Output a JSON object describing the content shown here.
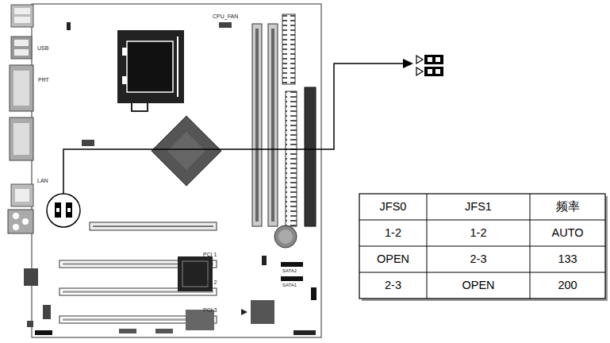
{
  "diagram": {
    "labels": [
      "CPU_FAN",
      "USB",
      "PRT",
      "LAN",
      "PCI 1",
      "PCI 2",
      "PCI 3",
      "SATA2",
      "SATA1",
      "JFS0",
      "JFS1",
      "频率",
      "1-2",
      "1-2",
      "AUTO",
      "OPEN",
      "2-3",
      "133",
      "2-3",
      "OPEN",
      "200"
    ]
  }
}
